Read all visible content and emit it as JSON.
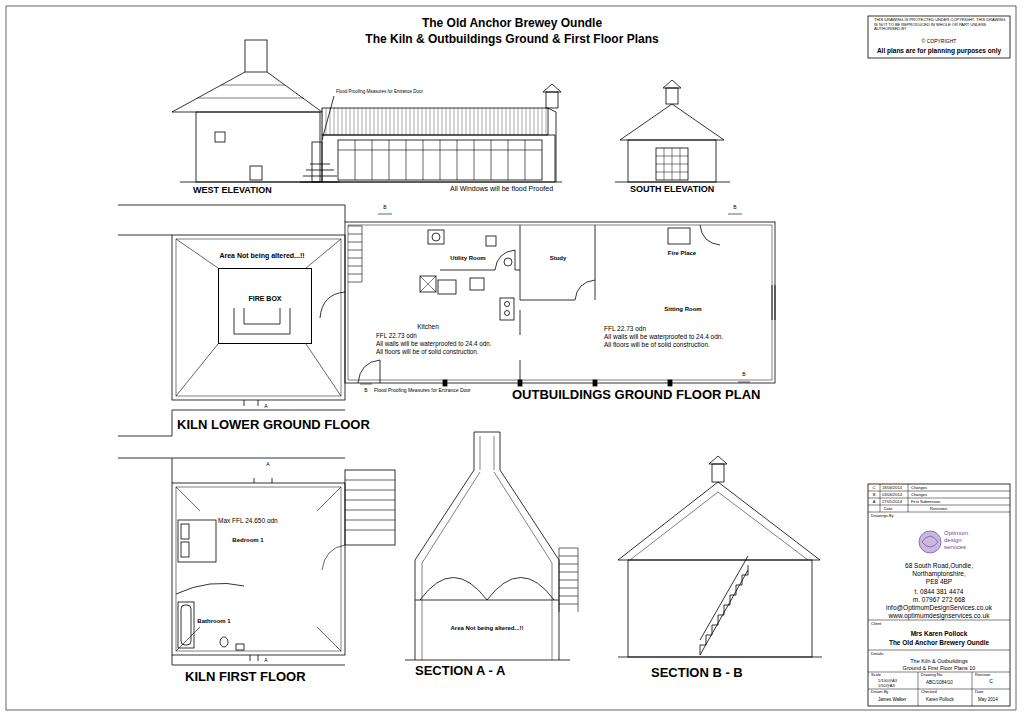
{
  "diagram": {
    "title": "The Old Anchor Brewey Oundle",
    "nodes": [
      {
        "text": [
          "FIRE BOX"
        ]
      }
    ],
    "labels": [
      "The Kiln & Outbuildings Ground & First Floor Plans",
      "THIS DRAWING IS PROTECTED UNDER COPYRIGHT. THIS DRAWING IS NOT TO BE REPRODUCED IN WHOLE OR PART UNLESS AUTHORISED BY",
      "© COPYRIGHT",
      "All plans are for planning purposes only",
      "Flood Proofing Measures for Entrance Door",
      "All Windows will be flood Proofed",
      "WEST ELEVATION",
      "SOUTH ELEVATION",
      "B",
      "B",
      "Area Not being altered...!!",
      "Utility Room",
      "Study",
      "Fire Place",
      "Sitting Room",
      "Kitchen",
      "FFL 22.73 odn",
      "All walls will be waterproofed to 24.4 odn.",
      "All floors will be of solid construction.",
      "FFL 22.73 odn",
      "All walls will be waterproofed to 24.4 odn.",
      "All floors will be of solid construction.",
      "B",
      "Flood Proofing Measures for Entrance Door",
      "B",
      "OUTBUILDINGS GROUND FLOOR PLAN",
      "A",
      "KILN LOWER GROUND FLOOR",
      "A",
      "Max FFL 24.650 odn",
      "Bedroom 1",
      "Bathroom 1",
      "A",
      "KILN FIRST FLOOR",
      "SECTION A - A",
      "Area Not being altered...!!",
      "SECTION B - B",
      "C",
      "18/06/2014",
      "Changes",
      "B",
      "03/06/2014",
      "Changes",
      "A",
      "27/05/2014",
      "First Submission",
      "Date",
      "Revisions",
      "Drawings By",
      "Optimum design services",
      "68 South Road,Oundle,",
      "Northamptonshire,",
      "PE8 4BP",
      "t. 0844 381 4474",
      "m. 07967 272 668",
      "info@OptimumDesignServices.co.uk",
      "www.optimumdesignservices.co.uk",
      "Client",
      "Mrs Karen Pollock",
      "The Old Anchor Brewery Oundle",
      "Details",
      "The Kiln & Outbuildings",
      "Ground & First Floor Plans 10",
      "Scale",
      "1/100@A3",
      "1/50@A3",
      "Drawing No.",
      "ABC/1084/10",
      "Revision",
      "C",
      "Drawn By",
      "James Walker",
      "Checked",
      "Karen Pollock",
      "Date",
      "May 2014"
    ]
  }
}
